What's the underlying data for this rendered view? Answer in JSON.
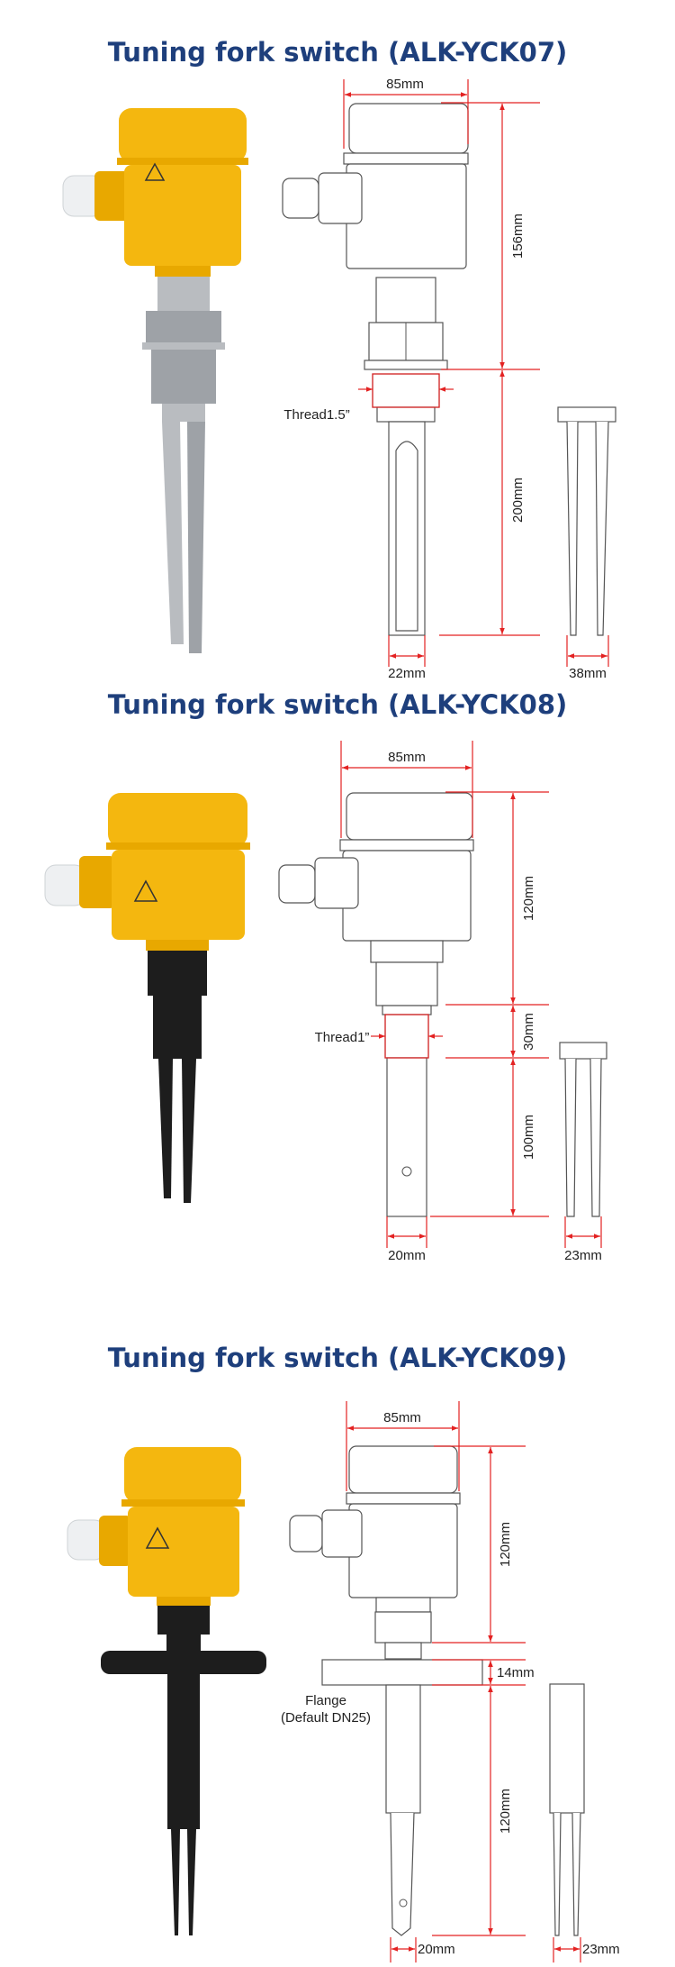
{
  "sections": [
    {
      "title": "Tuning fork switch (ALK-YCK07)",
      "width_label": "85mm",
      "height_upper": "156mm",
      "height_lower": "200mm",
      "thread_label": "Thread1.5”",
      "fork_width": "22mm",
      "side_width": "38mm"
    },
    {
      "title": "Tuning fork switch (ALK-YCK08)",
      "width_label": "85mm",
      "height_upper": "120mm",
      "height_mid": "30mm",
      "height_lower": "100mm",
      "thread_label": "Thread1”",
      "fork_width": "20mm",
      "side_width": "23mm"
    },
    {
      "title": "Tuning fork switch (ALK-YCK09)",
      "width_label": "85mm",
      "height_upper": "120mm",
      "flange_thickness": "14mm",
      "height_lower": "120mm",
      "flange_label": "Flange",
      "flange_default": "(Default DN25)",
      "fork_width": "20mm",
      "side_width": "23mm"
    }
  ],
  "colors": {
    "title": "#1e3f7c",
    "dimension": "#e32222",
    "housing": "#f4b70f"
  }
}
